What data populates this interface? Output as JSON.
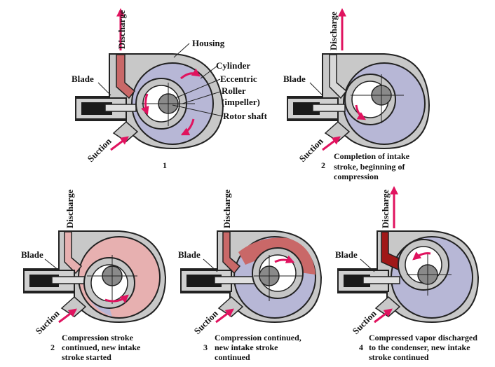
{
  "colors": {
    "housing": "#c8c8c8",
    "outline": "#222222",
    "suction_gas": "#b7b7d6",
    "compression_light": "#e7b0b0",
    "compression_mid": "#c96868",
    "discharge": "#a01818",
    "arrow": "#e0135f",
    "roller": "#c6c6c6",
    "shaft": "#8a8a8a"
  },
  "stages": [
    {
      "number": "1",
      "discharge_label": "Discharge",
      "blade_label": "Blade",
      "suction_label": "Suction",
      "caption": []
    },
    {
      "number": "2",
      "discharge_label": "Discharge",
      "blade_label": "Blade",
      "suction_label": "Suction",
      "caption": [
        "Completion of intake",
        "stroke, beginning of",
        "compression"
      ]
    },
    {
      "number": "2",
      "discharge_label": "Discharge",
      "blade_label": "Blade",
      "suction_label": "Suction",
      "caption": [
        "Compression stroke",
        "continued, new intake",
        "stroke started"
      ]
    },
    {
      "number": "3",
      "discharge_label": "Discharge",
      "blade_label": "Blade",
      "suction_label": "Suction",
      "caption": [
        "Compression continued,",
        "new intake stroke",
        "continued"
      ]
    },
    {
      "number": "4",
      "discharge_label": "Discharge",
      "blade_label": "Blade",
      "suction_label": "Suction",
      "caption": [
        "Compressed vapor discharged",
        "to the condenser, new intake",
        "stroke continued"
      ]
    }
  ],
  "callouts": {
    "housing": "Housing",
    "cylinder": "Cylinder",
    "eccentric": "Eccentric",
    "roller": "Roller",
    "roller_sub": "(impeller)",
    "rotor_shaft": "Rotor shaft"
  }
}
